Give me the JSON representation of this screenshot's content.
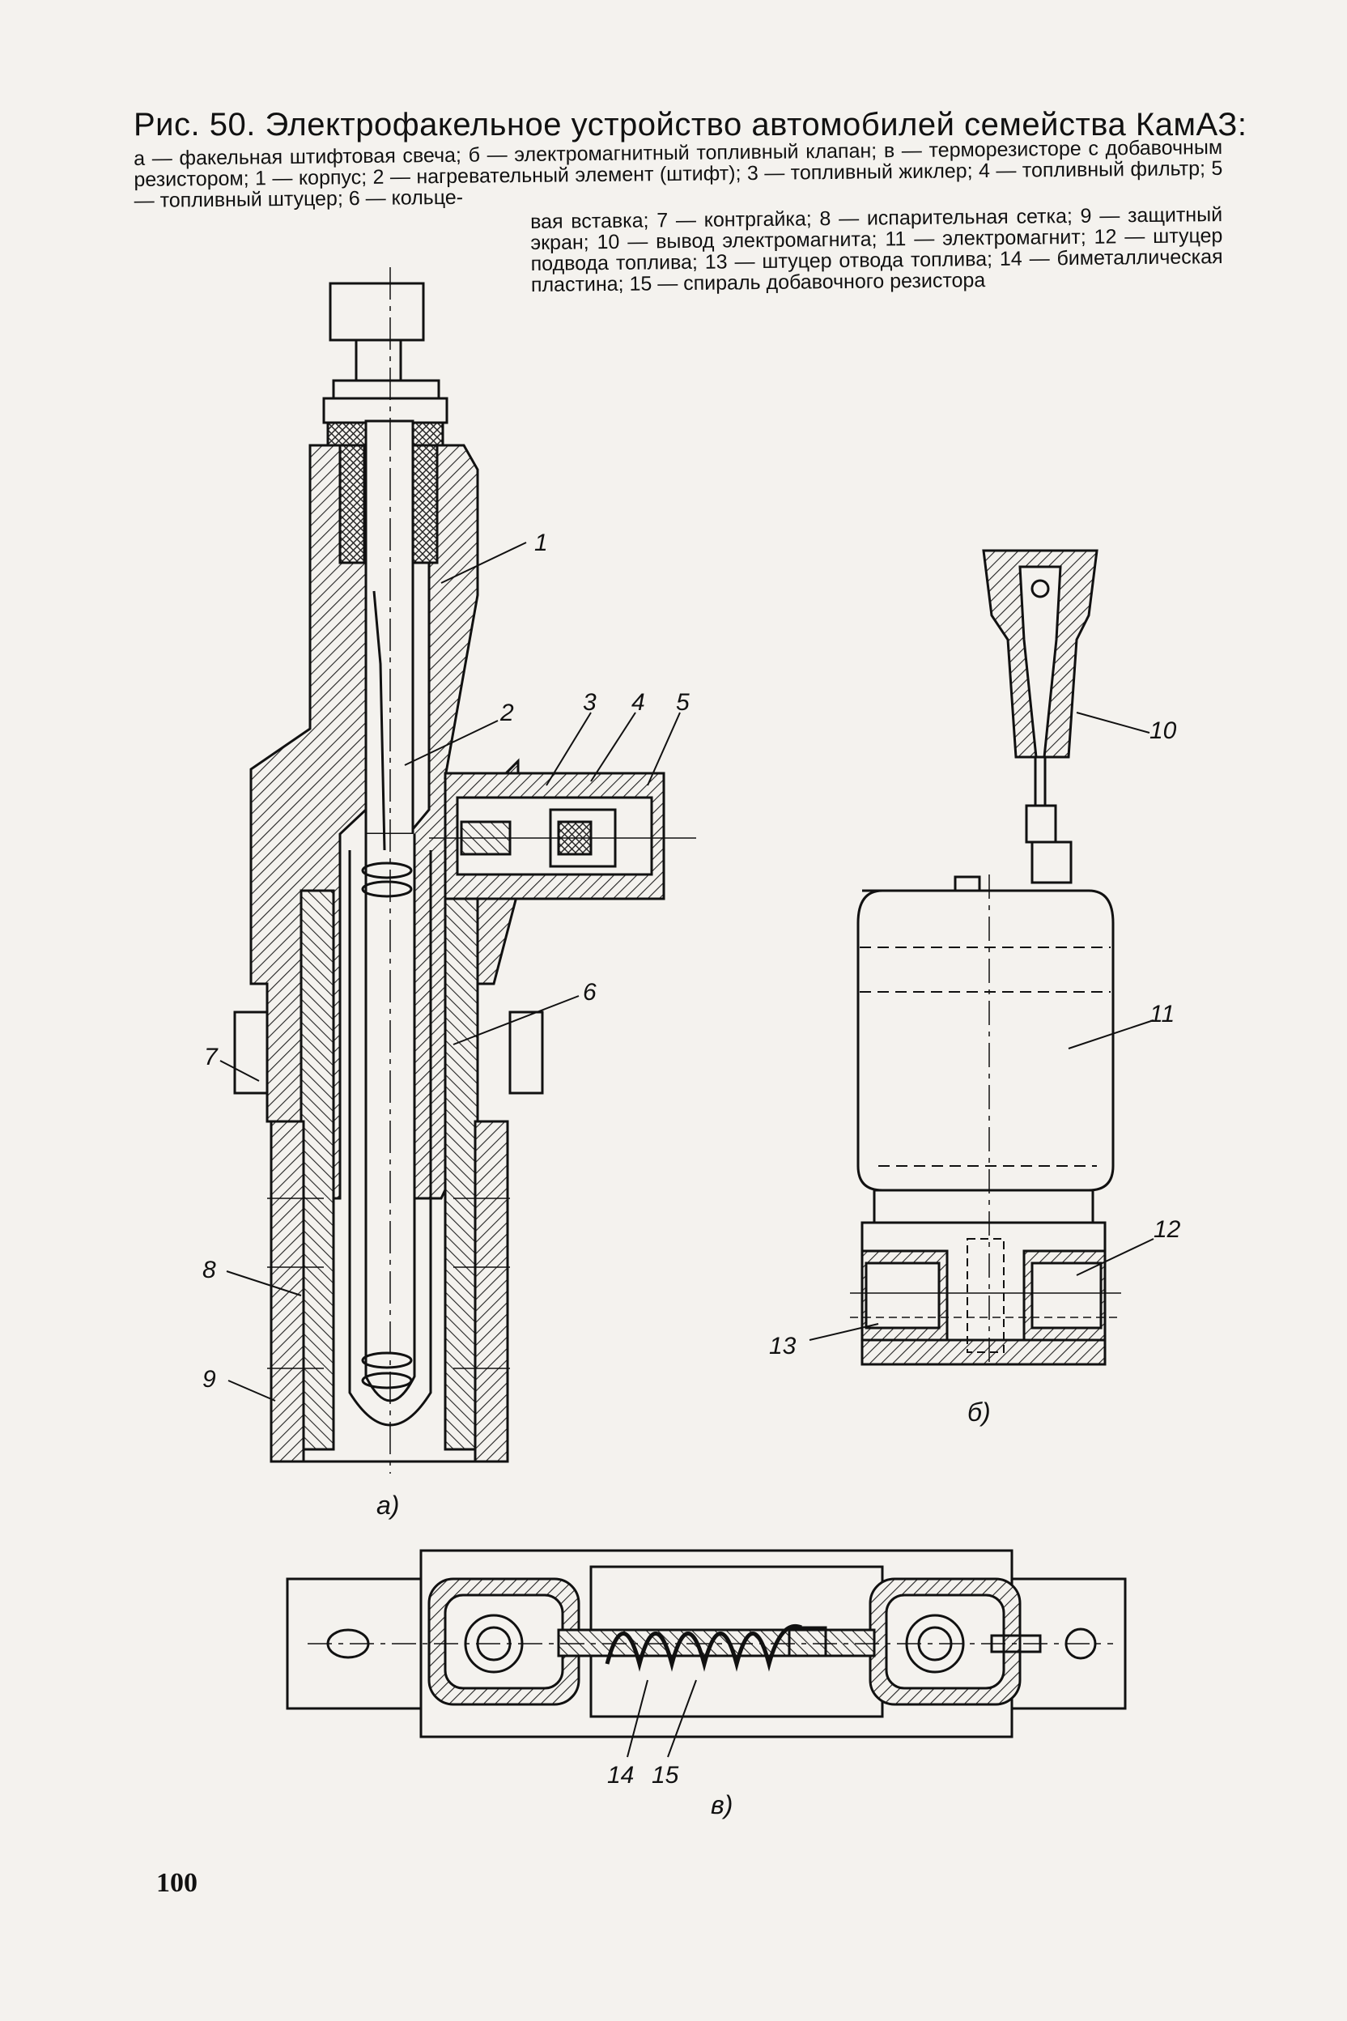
{
  "page": {
    "title": "Рис. 50. Электрофакельное устройство автомобилей семейства КамАЗ:",
    "legend_top": "а — факельная штифтовая свеча; б — электромагнитный топливный клапан; в — терморезисторе с добавочным резистором; 1 — корпус; 2 — нагревательный элемент (штифт); 3 — топливный жиклер; 4 — топливный фильтр; 5 — топливный штуцер; 6 — кольце-",
    "legend_right": "вая вставка; 7 — контргайка; 8 — испарительная сетка; 9 — защитный экран; 10 — вывод электромагнита; 11 — электромагнит; 12 — штуцер подвода топлива; 13 — штуцер отвода топлива; 14 — биметаллическая пластина; 15 — спираль добавочного резистора",
    "page_number": "100"
  },
  "figure": {
    "part_labels": {
      "l1": "1",
      "l2": "2",
      "l3": "3",
      "l4": "4",
      "l5": "5",
      "l6": "6",
      "l7": "7",
      "l8": "8",
      "l9": "9",
      "l10": "10",
      "l11": "11",
      "l12": "12",
      "l13": "13",
      "l14": "14",
      "l15": "15"
    },
    "sub_labels": {
      "a": "а)",
      "b": "б)",
      "c": "в)"
    }
  }
}
